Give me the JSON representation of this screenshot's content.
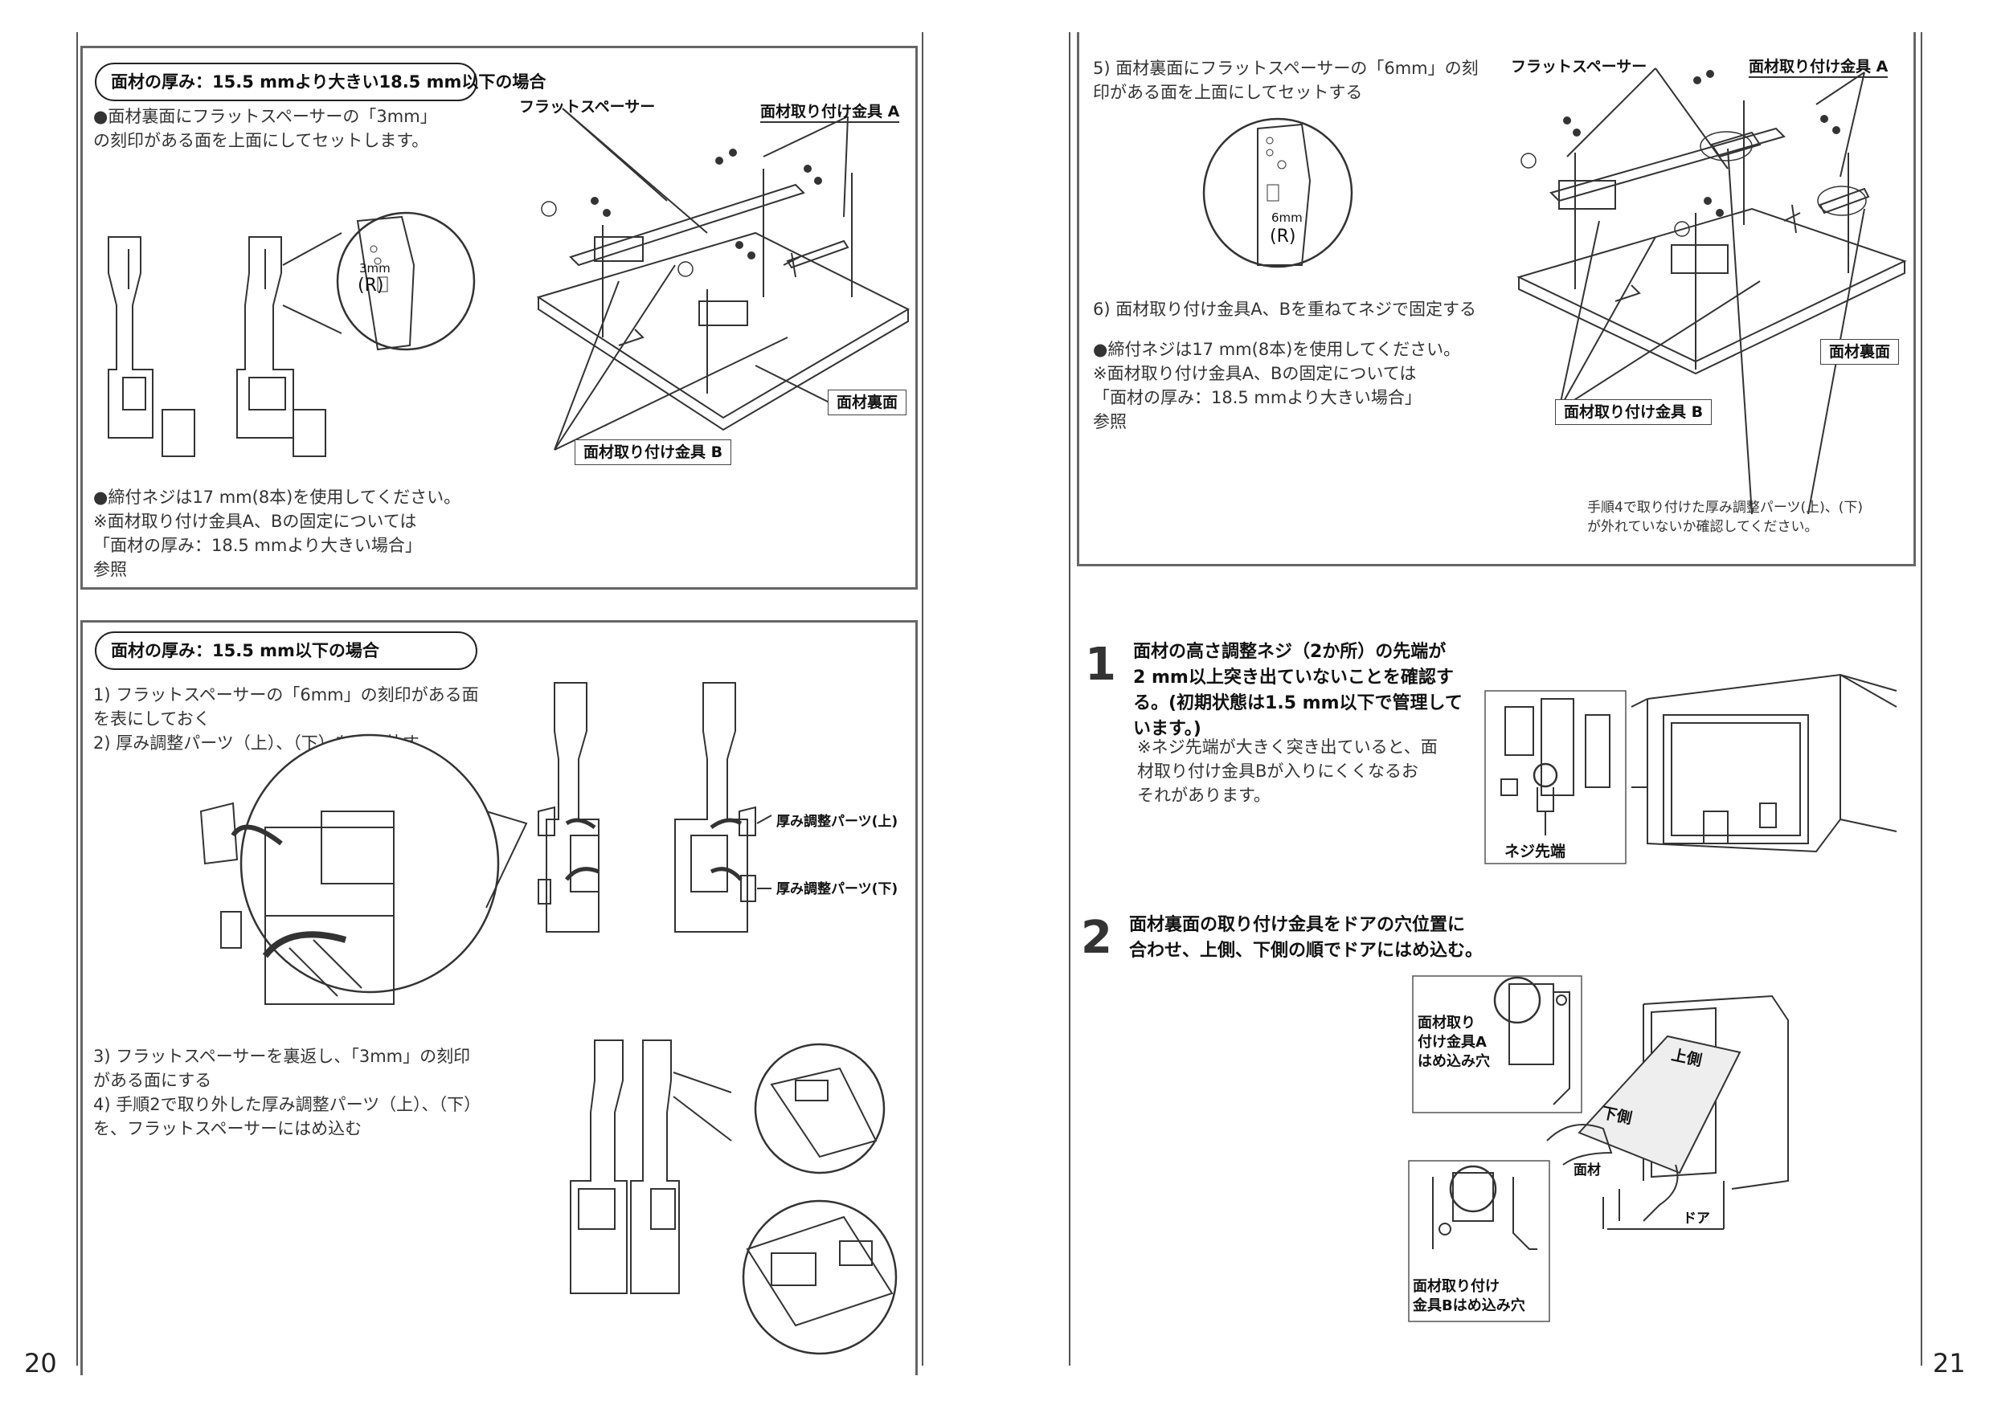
{
  "pages": {
    "left_number": "20",
    "right_number": "21"
  },
  "section1": {
    "pill": "面材の厚み：15.5 mmより大きい18.5 mm以下の場合",
    "intro": "●面材裏面にフラットスペーサーの「3mm」\n  の刻印がある面を上面にしてセットします。",
    "stamp_size": "3mm",
    "stamp_side": "(R)",
    "label_spacer": "フラットスペーサー",
    "label_bracket_a": "面材取り付け金具 A",
    "label_back": "面材裏面",
    "label_bracket_b": "面材取り付け金具 B",
    "screws": "●締付ネジは17 mm(8本)を使用してください。\n※面材取り付け金具A、Bの固定については\n 「面材の厚み：18.5 mmより大きい場合」\n  参照"
  },
  "section2": {
    "pill": "面材の厚み：15.5 mm以下の場合",
    "steps12": "1) フラットスペーサーの「6mm」の刻印がある面\n   を表にしておく\n2) 厚み調整パーツ（上）、（下）を取り外す",
    "label_upper": "厚み調整パーツ(上)",
    "label_lower": "厚み調整パーツ(下)",
    "steps34": "3) フラットスペーサーを裏返し、「3mm」の刻印\n   がある面にする\n4) 手順2で取り外した厚み調整パーツ（上）、（下）\n   を、フラットスペーサーにはめ込む"
  },
  "section3": {
    "step5": "5) 面材裏面にフラットスペーサーの「6mm」の刻\n   印がある面を上面にしてセットする",
    "stamp_size": "6mm",
    "stamp_side": "(R)",
    "step6": "6) 面材取り付け金具A、Bを重ねてネジで固定する",
    "screws": "●締付ネジは17 mm(8本)を使用してください。\n※面材取り付け金具A、Bの固定については\n 「面材の厚み：18.5 mmより大きい場合」\n  参照",
    "label_spacer": "フラットスペーサー",
    "label_bracket_a": "面材取り付け金具 A",
    "label_back": "面材裏面",
    "label_bracket_b": "面材取り付け金具 B",
    "check_note": "手順4で取り付けた厚み調整パーツ(上)、(下)\nが外れていないか確認してください。"
  },
  "step1": {
    "number": "1",
    "text": "面材の高さ調整ネジ（2か所）の先端が\n2 mm以上突き出ていないことを確認す\nる。(初期状態は1.5 mm以下で管理して\nいます。)",
    "note": "※ネジ先端が大きく突き出ていると、面\n  材取り付け金具Bが入りにくくなるお\n  それがあります。",
    "label_tip": "ネジ先端"
  },
  "step2": {
    "number": "2",
    "text": "面材裏面の取り付け金具をドアの穴位置に\n合わせ、上側、下側の順でドアにはめ込む。",
    "label_hole_a": "面材取り\n付け金具A\nはめ込み穴",
    "label_hole_b": "面材取り付け\n金具Bはめ込み穴",
    "label_upper_side": "上側",
    "label_lower_side": "下側",
    "label_panel": "面材",
    "label_door": "ドア"
  }
}
